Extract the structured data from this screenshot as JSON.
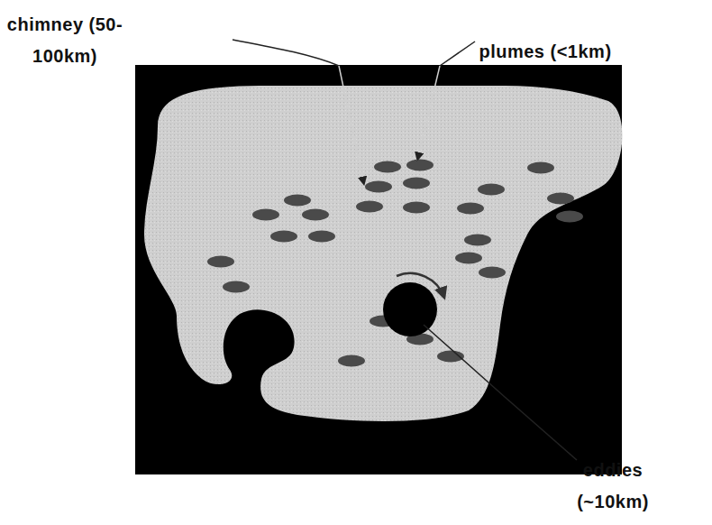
{
  "diagram": {
    "labels": [
      "chimney (50-100km)",
      "plumes (<1km)",
      "eddies (~10km)"
    ]
  }
}
